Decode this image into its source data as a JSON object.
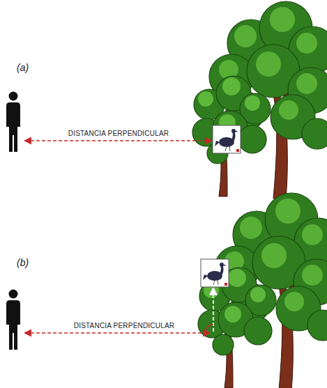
{
  "diagram": {
    "labels": [
      "(a)",
      "DISTANCIA PERPENDICULAR",
      "(b)",
      "DISTANCIA PERPENDICULAR"
    ]
  }
}
